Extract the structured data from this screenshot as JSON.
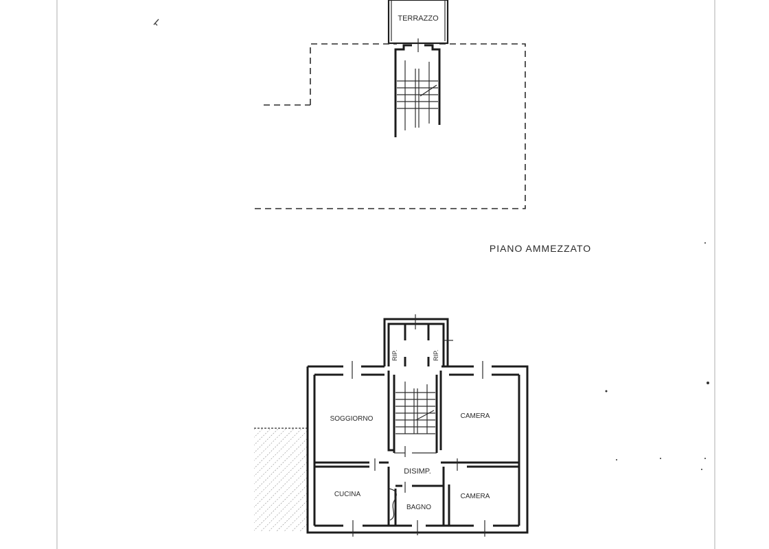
{
  "upper_plan": {
    "terrace_label": "TERRAZZO"
  },
  "floor_title": "PIANO AMMEZZATO",
  "lower_plan": {
    "rooms": {
      "soggiorno": "SOGGIORNO",
      "camera_top": "CAMERA",
      "disimp": "DISIMP.",
      "cucina": "CUCINA",
      "bagno": "BAGNO",
      "camera_bottom": "CAMERA",
      "rip_left": "RIP.",
      "rip_right": "RIP."
    }
  }
}
